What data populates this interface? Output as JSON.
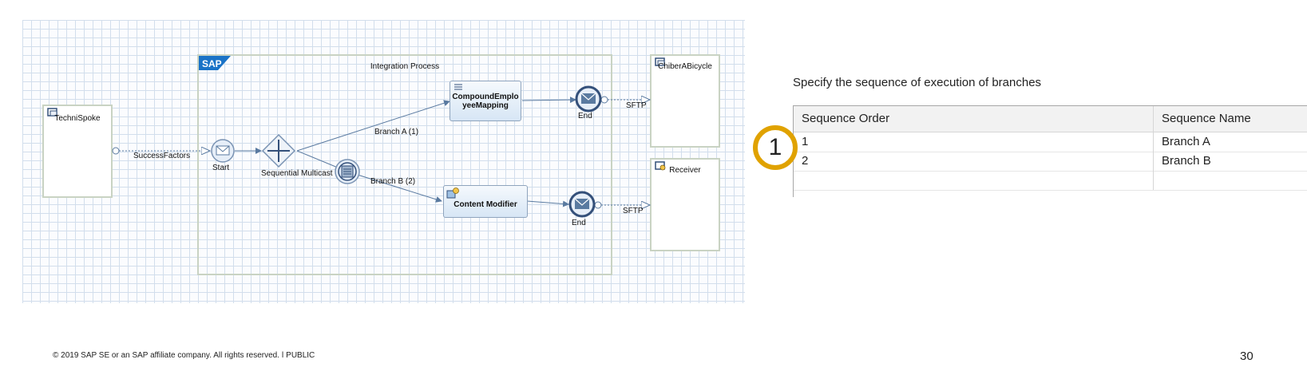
{
  "diagram": {
    "process_title": "Integration Process",
    "sender_pool": "TechniSpoke",
    "receiver_pool_1": "ChiberABicycle",
    "receiver_pool_2": "Receiver",
    "sender_channel": "SuccessFactors",
    "start_label": "Start",
    "multicast_label": "Sequential Multicast",
    "branch_a_label": "Branch A (1)",
    "branch_b_label": "Branch B (2)",
    "mapping_task": "CompoundEmployeeMapping",
    "mapping_task_line1": "CompoundEmplo",
    "mapping_task_line2": "yeeMapping",
    "content_modifier_task": "Content Modifier",
    "end_label_1": "End",
    "end_label_2": "End",
    "receiver_channel_1": "SFTP",
    "receiver_channel_2": "SFTP",
    "logo_text": "SAP"
  },
  "panel": {
    "caption": "Specify the sequence of execution of branches",
    "columns": [
      "Sequence Order",
      "Sequence Name"
    ],
    "rows": [
      [
        "1",
        "Branch A"
      ],
      [
        "2",
        "Branch B"
      ]
    ]
  },
  "callout_number": "1",
  "footer": "© 2019 SAP SE or an SAP affiliate company. All rights reserved.  ǀ  PUBLIC",
  "page_number": "30",
  "colors": {
    "callout_ring": "#e0a200",
    "sap_blue": "#1a73c7",
    "grid": "#d2deec"
  }
}
